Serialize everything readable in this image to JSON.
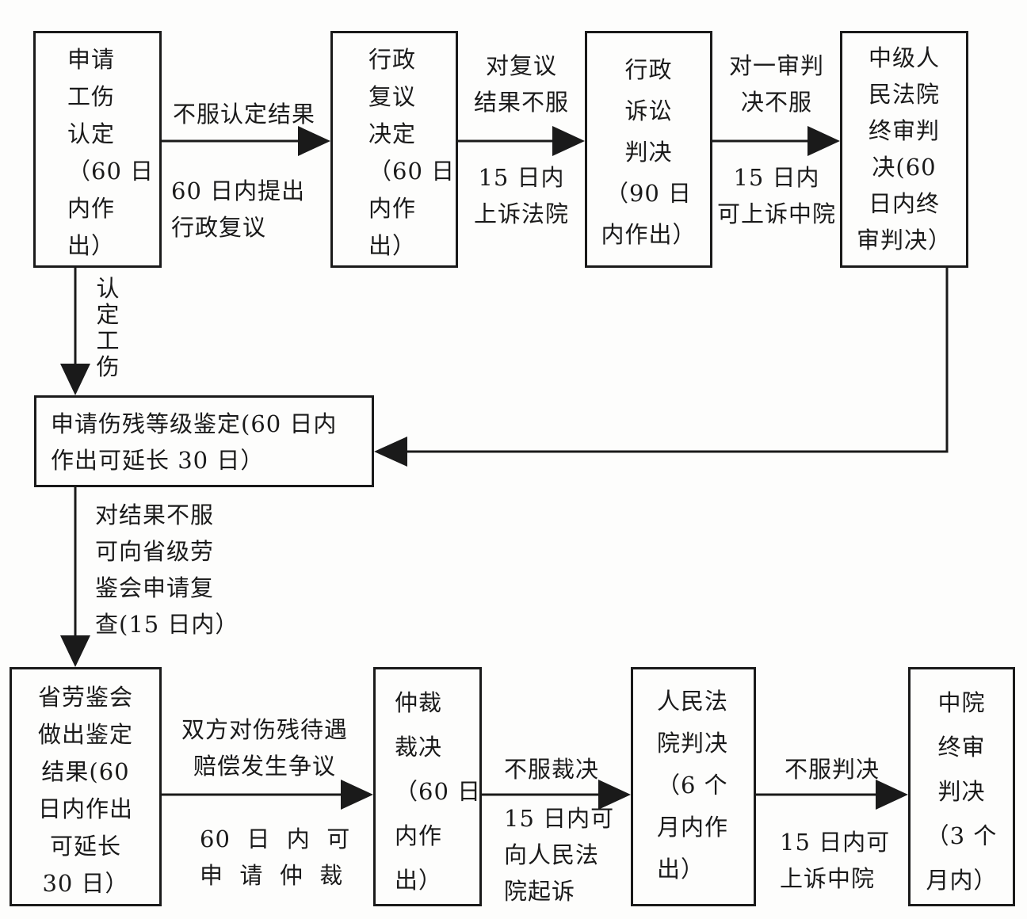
{
  "nodes": {
    "apply_injury_recognition": "申请\n工伤\n认定\n（60 日\n内作\n出）",
    "admin_review_decision": "行政\n复议\n决定\n（60 日\n内作\n出）",
    "admin_litigation_judgment": "行政\n诉讼\n判决\n（90 日\n内作出）",
    "intermediate_court_final": "中级人\n民法院\n终审判\n决(60\n日内终\n审判决）",
    "disability_appraisal": "申请伤残等级鉴定(60 日内\n作出可延长 30 日）",
    "provincial_appraisal_result": "省劳鉴会\n做出鉴定\n结果(60\n日内作出\n可延长\n30 日）",
    "arbitration_award": "仲裁\n裁决\n（60 日\n内作\n出）",
    "peoples_court_judgment": "人民法\n院判决\n（6 个\n月内作\n出）",
    "intermediate_final_judgment": "中院\n终审\n判决\n（3 个\n月内）"
  },
  "edges": {
    "e1_top": "不服认定结果",
    "e1_bottom": "60 日内提出\n行政复议",
    "e2_top": "对复议\n结果不服",
    "e2_bottom": "15 日内\n上诉法院",
    "e3_top": "对一审判\n决不服",
    "e3_bottom": "15 日内\n可上诉中院",
    "e_down1": "认\n定\n工\n伤",
    "e_down2": "对结果不服\n可向省级劳\n鉴会申请复\n查(15 日内）",
    "e4_top": "双方对伤残待遇\n赔偿发生争议",
    "e4_bottom": "60  日  内  可\n申  请  仲  裁",
    "e5_top": "不服裁决",
    "e5_bottom": "15 日内可\n向人民法\n院起诉",
    "e6_top": "不服判决",
    "e6_bottom": "15 日内可\n上诉中院"
  }
}
